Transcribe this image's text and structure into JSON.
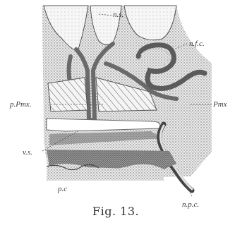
{
  "figure": {
    "caption": "Fig. 13.",
    "labels": {
      "ns": "n.s.",
      "nfc": "n.f.c.",
      "ppmx": "p.Pmx.",
      "pmx": "Pmx",
      "vs": "v.s.",
      "pc": "p.c",
      "npc": "n.p.c."
    },
    "ink_color": "#3a3a3a",
    "paper_color": "#ffffff"
  }
}
